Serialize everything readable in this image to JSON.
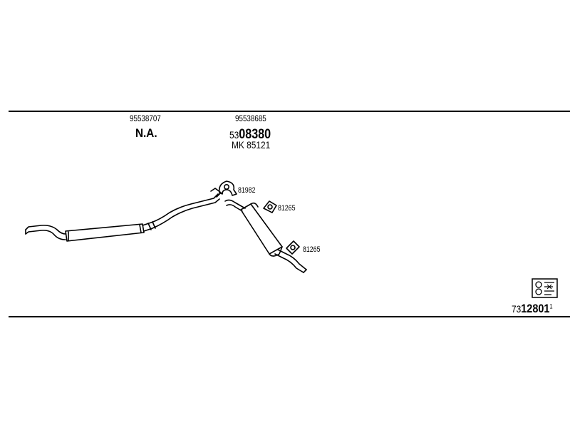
{
  "columns": [
    {
      "part_number": "95538707",
      "code": "N.A."
    },
    {
      "part_number": "95538685",
      "code_prefix": "53",
      "code_main": "08380",
      "secondary": "MK 85121"
    }
  ],
  "callouts": {
    "clamp_top": "81982",
    "gasket_upper": "81265",
    "gasket_lower": "81265"
  },
  "diagram_number": {
    "prefix": "73",
    "main": "12801",
    "suffix": "1"
  },
  "icon_name": "exhaust-system-symbol-icon"
}
